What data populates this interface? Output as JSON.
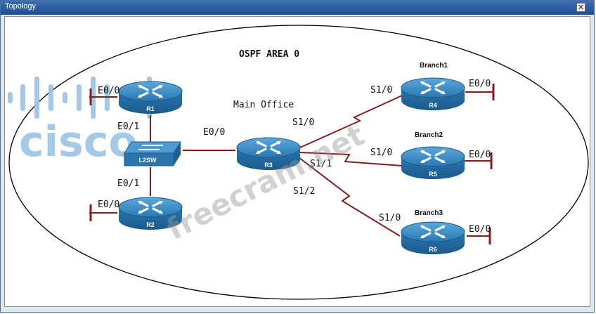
{
  "window": {
    "title": "Topology",
    "close_glyph": "✕"
  },
  "diagram": {
    "area_label": "OSPF AREA 0",
    "main_office_label": "Main Office",
    "logo": "cisco",
    "watermark": "freecram.net",
    "routers": {
      "r1": "R1",
      "r2": "R2",
      "r3": "R3",
      "r4": "R4",
      "r5": "R5",
      "r6": "R6"
    },
    "switch": "L2SW",
    "branches": {
      "b1": "Branch1",
      "b2": "Branch2",
      "b3": "Branch3"
    },
    "interfaces": {
      "r1_e00": "E0/0",
      "r1_e01": "E0/1",
      "r2_e01": "E0/1",
      "r2_e00": "E0/0",
      "r3_e00": "E0/0",
      "r3_s10": "S1/0",
      "r3_s11": "S1/1",
      "r3_s12": "S1/2",
      "r4_s10": "S1/0",
      "r4_e00": "E0/0",
      "r5_s10": "S1/0",
      "r5_e00": "E0/0",
      "r6_s10": "S1/0",
      "r6_e00": "E0/0"
    },
    "colors": {
      "link": "#8b1a1a",
      "router": "#2e7fb8",
      "logo": "#9bc3e6",
      "ellipse": "#000000"
    }
  }
}
